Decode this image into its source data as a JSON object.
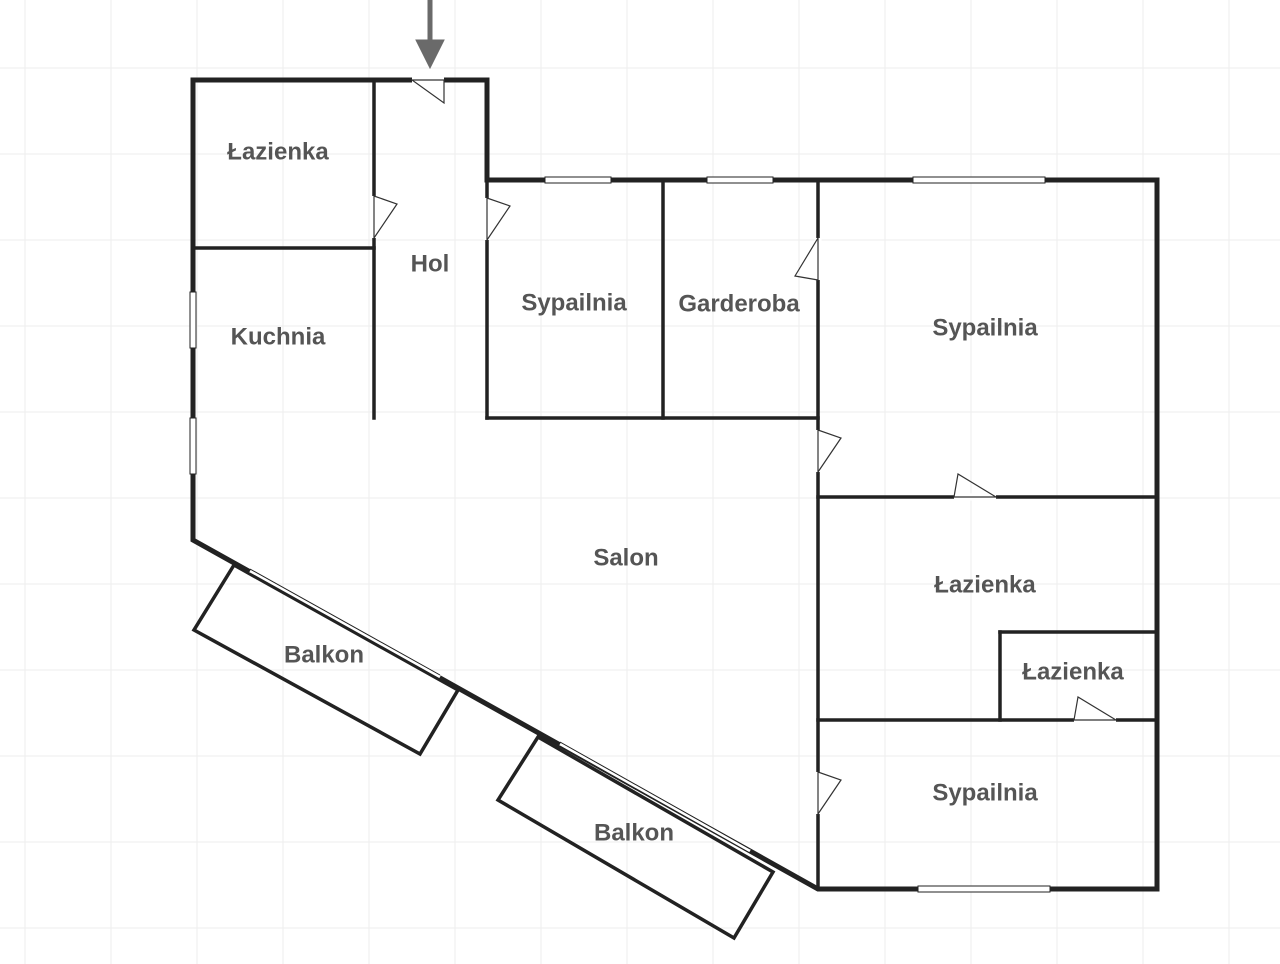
{
  "colors": {
    "background": "#ffffff",
    "grid": "#eeeeee",
    "walls": "#222222",
    "labels": "#555555",
    "entry_arrow": "#6a6a6a"
  },
  "rooms": {
    "lazienka_1": "Łazienka",
    "hol": "Hol",
    "kuchnia": "Kuchnia",
    "sypialnia_1": "Sypailnia",
    "garderoba": "Garderoba",
    "sypialnia_2": "Sypailnia",
    "salon": "Salon",
    "lazienka_2": "Łazienka",
    "lazienka_3": "Łazienka",
    "sypialnia_3": "Sypailnia",
    "balkon_1": "Balkon",
    "balkon_2": "Balkon"
  },
  "icons": {
    "entry": "arrow-down-icon"
  }
}
